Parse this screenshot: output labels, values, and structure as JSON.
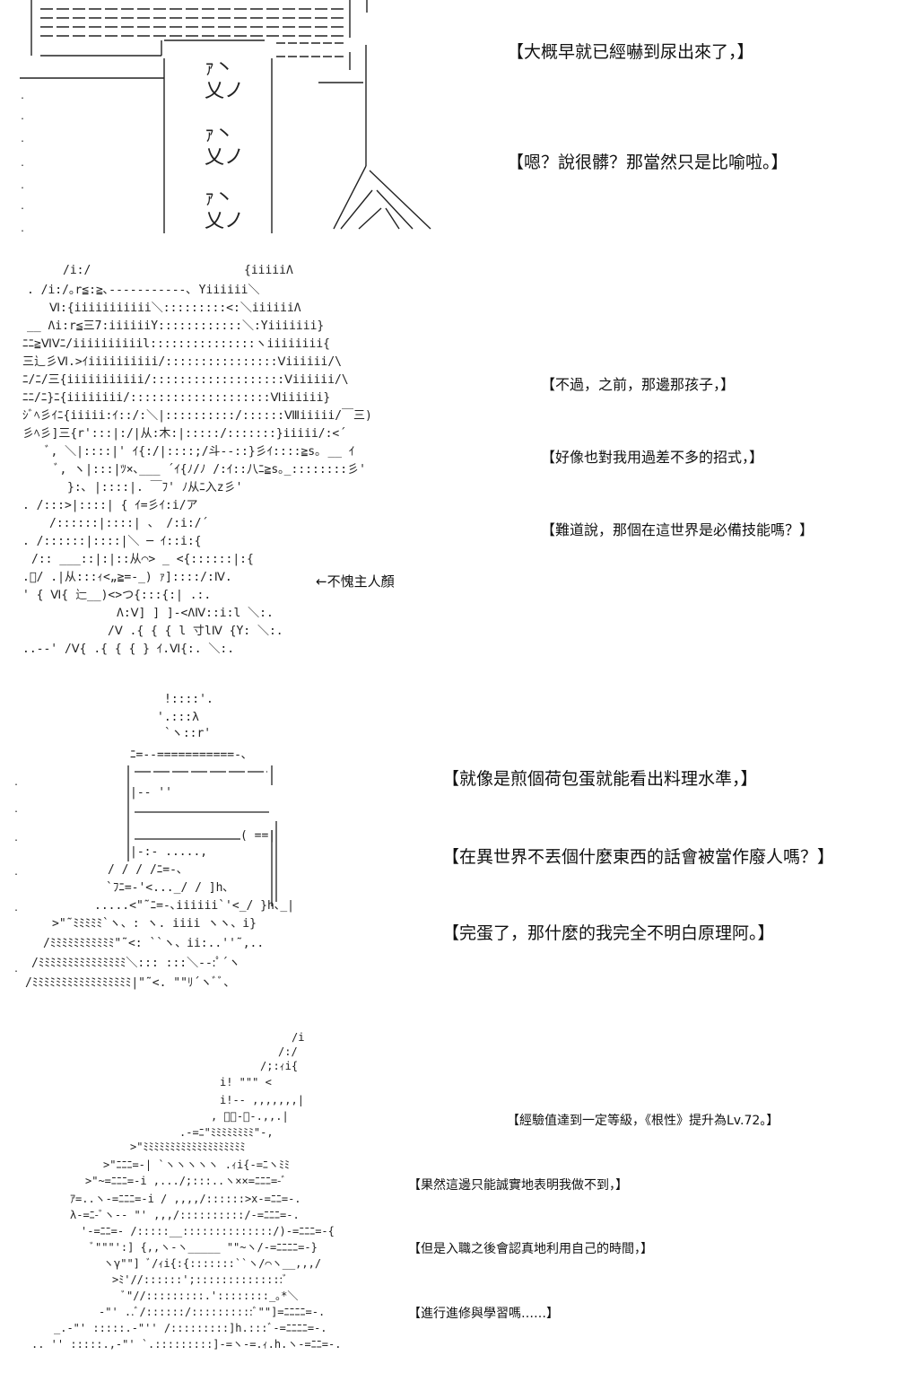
{
  "panels": [
    {
      "id": "panel-1",
      "lines": [
        "【大概早就已經嚇到尿出來了，】",
        "【嗯？說很髒？那當然只是比喻啦。】"
      ]
    },
    {
      "id": "panel-2",
      "lines": [
        "【不過，之前，那邊那孩子，】",
        "【好像也對我用過差不多的招式，】",
        "【難道說，那個在這世界是必備技能嗎？】"
      ],
      "annotation": "←不愧主人顏"
    },
    {
      "id": "panel-3",
      "lines": [
        "【就像是煎個荷包蛋就能看出料理水準，】",
        "【在異世界不丟個什麼東西的話會被當作廢人嗎？】",
        "【完蛋了，那什麼的我完全不明白原理阿。】"
      ]
    },
    {
      "id": "panel-4",
      "lines": [
        "【經驗值達到一定等級，《根性》提升為Lv.72。】",
        "【果然這邊只能誠實地表明我做不到，】",
        "【但是入職之後會認真地利用自己的時間，】",
        "【進行進修與學習嗎……】"
      ]
    }
  ]
}
